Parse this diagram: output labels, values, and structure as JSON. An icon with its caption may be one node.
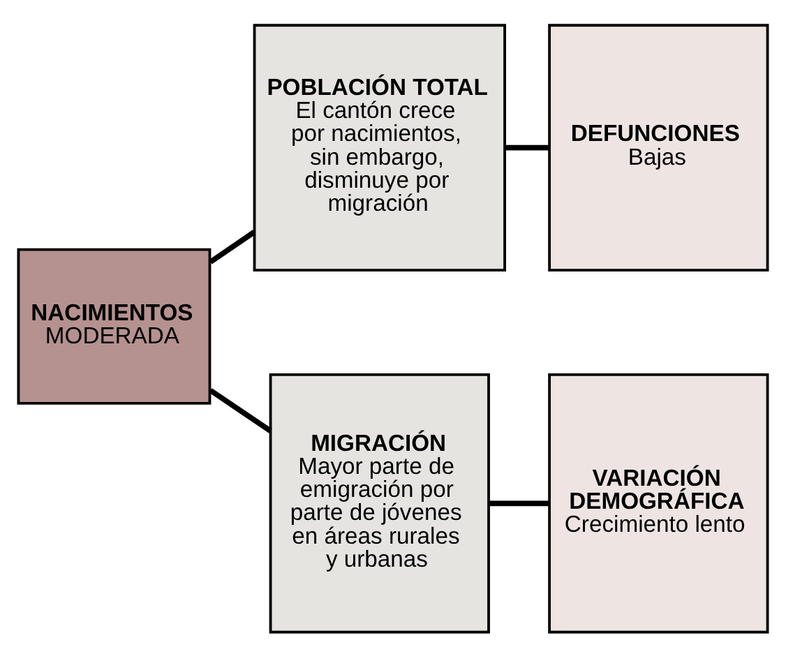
{
  "diagram": {
    "nodes": [
      {
        "text": [
          "NACIMIENTOS",
          "MODERADA"
        ]
      },
      {
        "text": [
          "POBLACIÓN TOTAL",
          "El cantón crece por nacimientos, sin embargo, disminuye por migración"
        ]
      },
      {
        "text": [
          "DEFUNCIONES",
          "Bajas"
        ]
      },
      {
        "text": [
          "MIGRACIÓN",
          "Mayor parte de emigración por parte de jóvenes en áreas rurales y urbanas"
        ]
      },
      {
        "text": [
          "VARIACIÓN DEMOGRÁFICA",
          "Crecimiento lento"
        ]
      }
    ],
    "edges": [
      {
        "from": 0,
        "to": 1,
        "arrow": "none"
      },
      {
        "from": 0,
        "to": 3,
        "arrow": "none"
      },
      {
        "from": 1,
        "to": 2,
        "arrow": "none"
      },
      {
        "from": 3,
        "to": 4,
        "arrow": "none"
      }
    ]
  }
}
